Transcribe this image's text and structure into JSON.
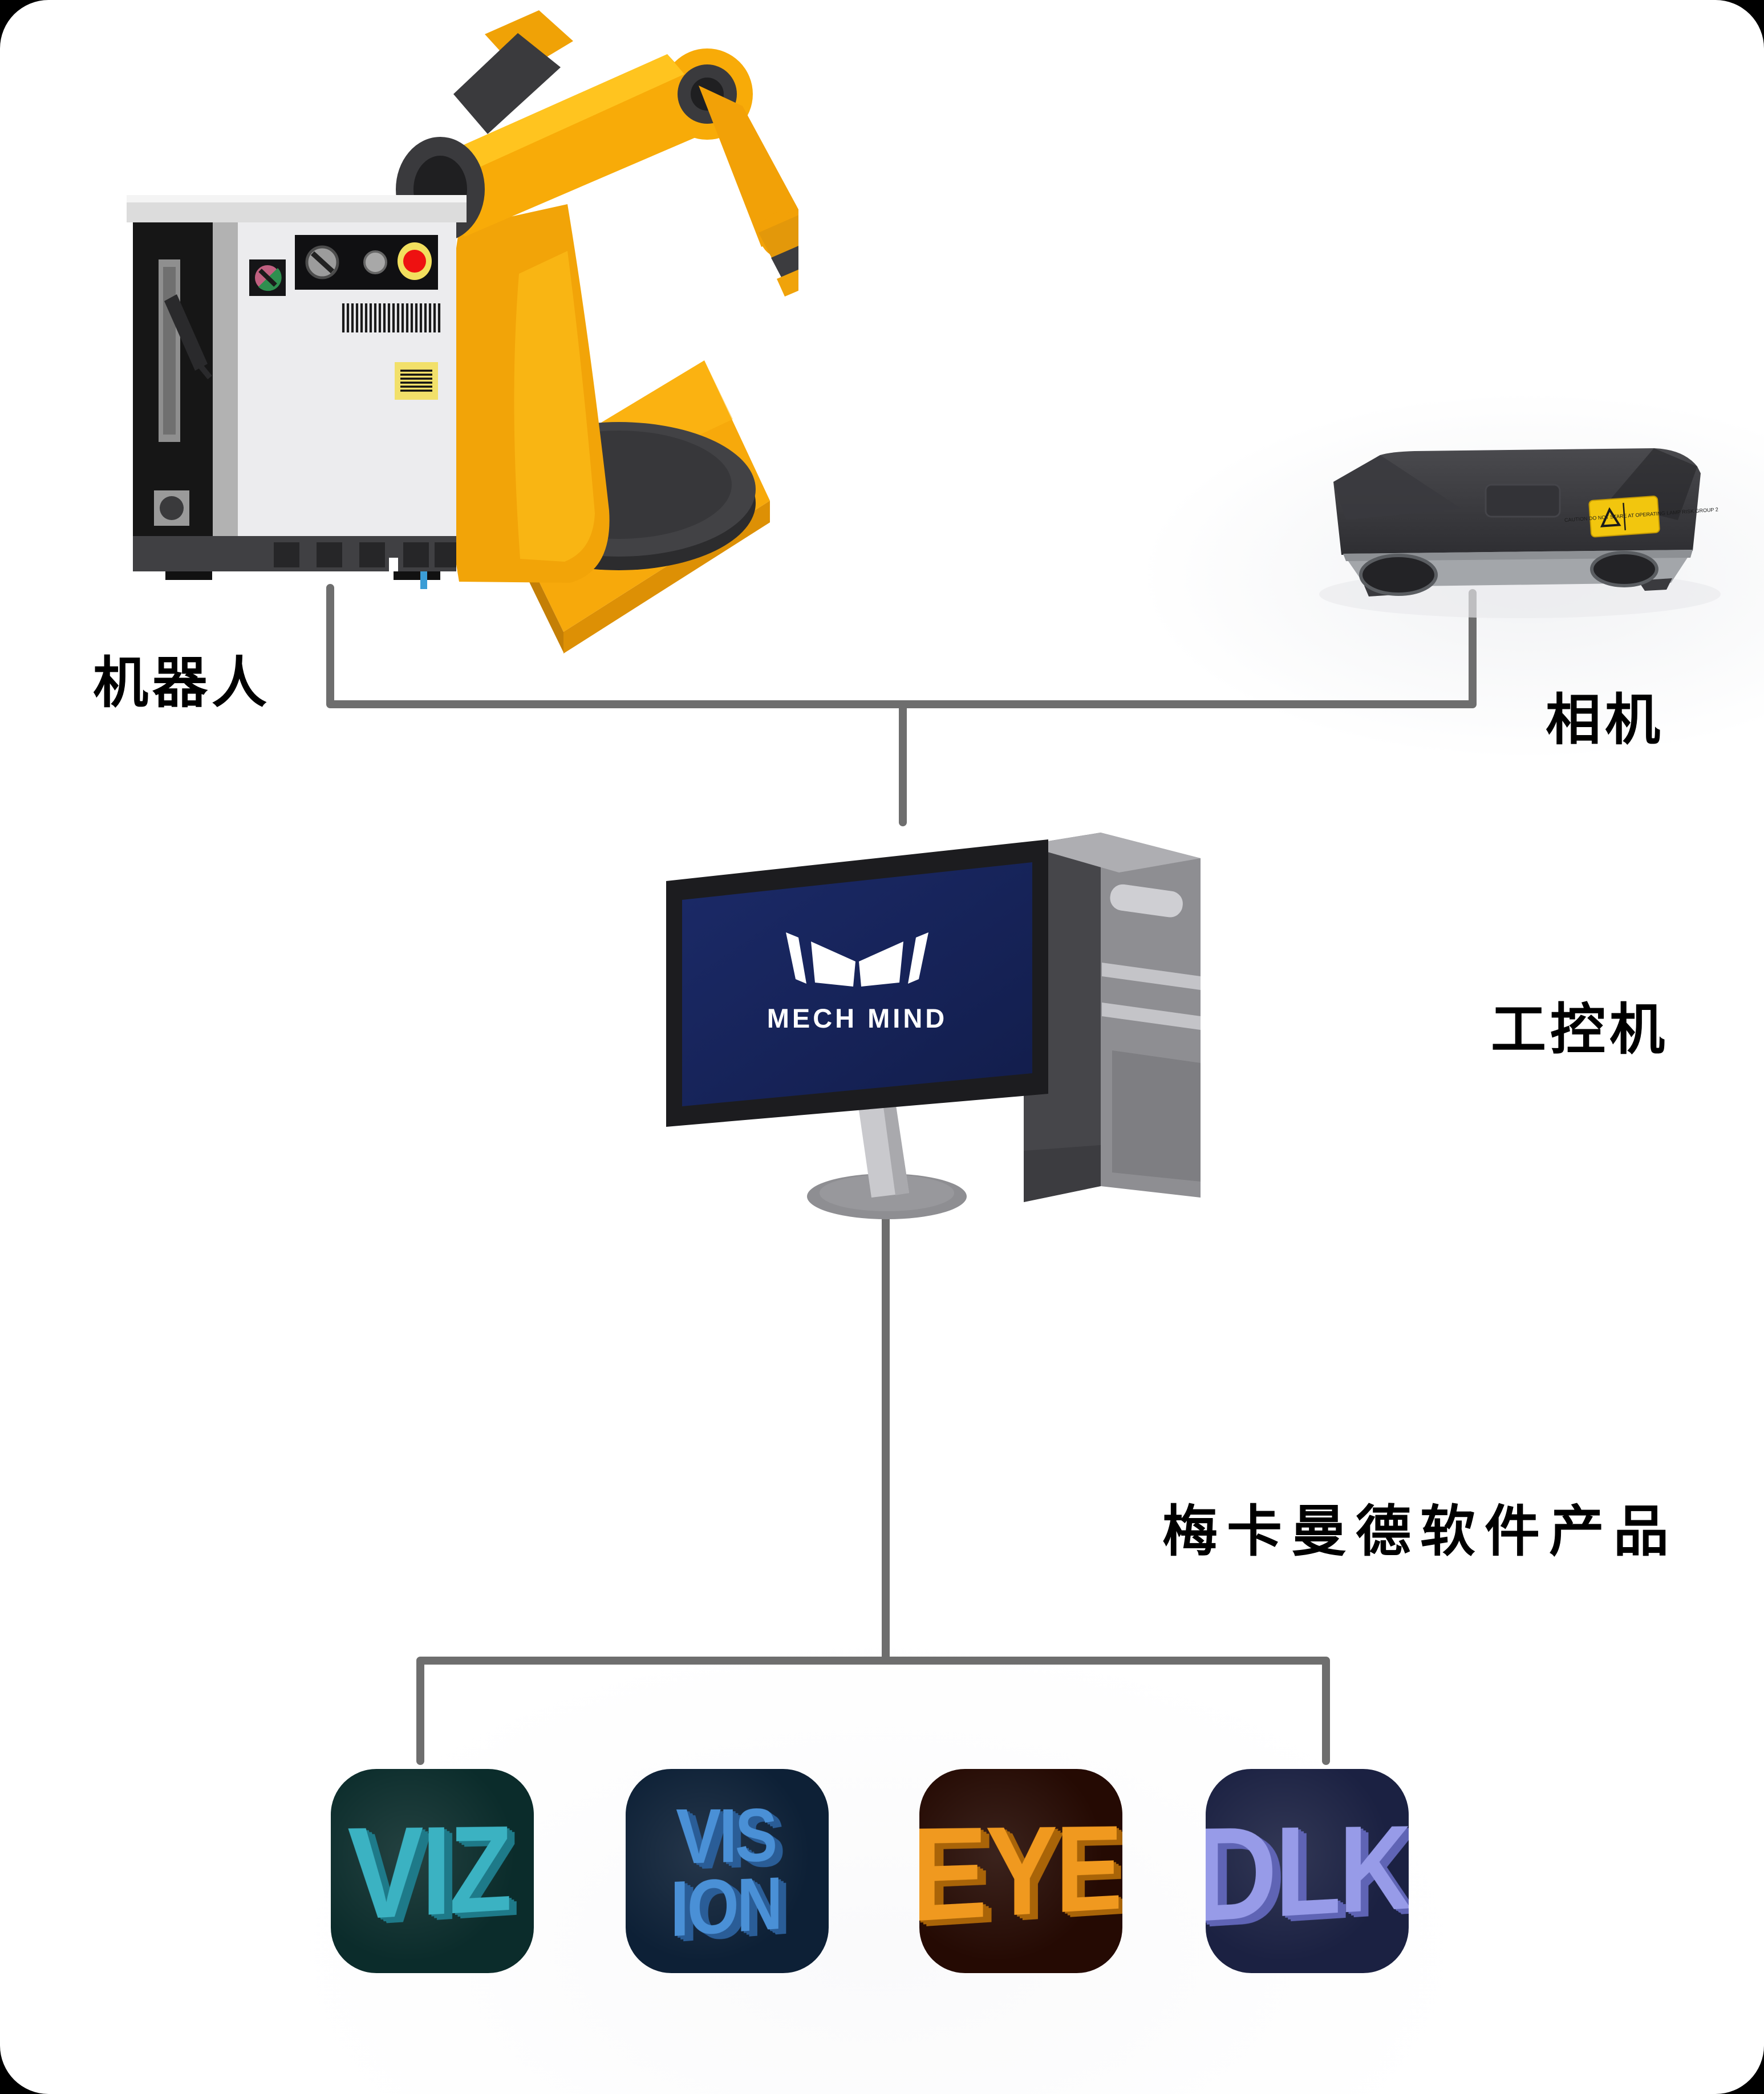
{
  "diagram": {
    "frame_color": "#000000",
    "background_color": "#ffffff",
    "connector_color": "#6e6e6e",
    "nodes": {
      "robot": {
        "label": "机器人"
      },
      "camera": {
        "label": "相机",
        "warning_sticker_text": "CAUTION DO NOT STARE AT OPERATING LAMP RISK GROUP 2"
      },
      "ipc": {
        "label": "工控机",
        "screen_logo_text": "MECH MIND"
      },
      "software": {
        "label": "梅卡曼德软件产品"
      }
    },
    "software_icons": [
      {
        "letters": "VIZ",
        "bg": "#0b2c2b",
        "fg": "#3bb2c2",
        "side": "#1e7a89"
      },
      {
        "letters_top": "VIS",
        "letters_bottom": "ION",
        "bg": "#0d2036",
        "fg": "#4a90d6",
        "side": "#2a5d97"
      },
      {
        "letters": "EYE",
        "bg": "#250a03",
        "fg": "#f0991f",
        "side": "#a96408"
      },
      {
        "letters": "DLK",
        "bg": "#1b2142",
        "fg": "#979be8",
        "side": "#5f64b5"
      }
    ],
    "colors": {
      "robot_yellow": "#f6a80a",
      "robot_yellow_dark": "#dd9005",
      "joint_dark": "#3a3a3d",
      "cabinet_white": "#ececee",
      "cabinet_black": "#161616",
      "screen_navy": "#18255e",
      "emergency_red": "#ee1111",
      "camera_body": "#3a3a3e",
      "camera_band": "#a3a6aa",
      "sticker_yellow": "#f2c60e",
      "wire_blue": "#3b9dd6"
    }
  }
}
